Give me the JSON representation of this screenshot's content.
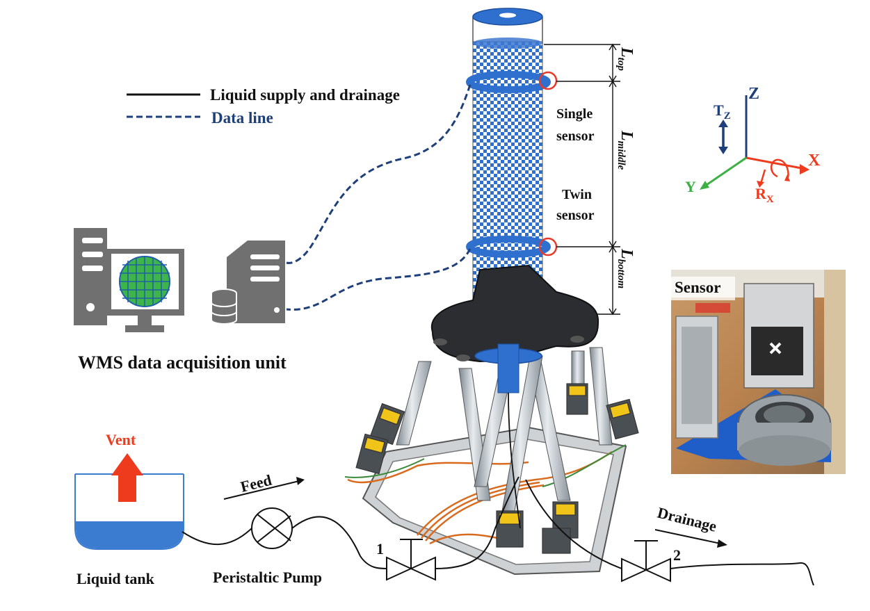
{
  "legend": {
    "solid_label": "Liquid supply and drainage",
    "dashed_label": "Data line"
  },
  "labels": {
    "single_sensor_line1": "Single",
    "single_sensor_line2": "sensor",
    "twin_sensor_line1": "Twin",
    "twin_sensor_line2": "sensor",
    "wms_unit": "WMS data acquisition unit",
    "sensor_photo": "Sensor",
    "vent": "Vent",
    "feed": "Feed",
    "drainage": "Drainage",
    "liquid_tank": "Liquid tank",
    "peristaltic_pump": "Peristaltic Pump",
    "valve1": "1",
    "valve2": "2"
  },
  "dimensions": {
    "L_symbol": "L",
    "top_sub": "top",
    "middle_sub": "middle",
    "bottom_sub": "bottom"
  },
  "axes": {
    "z": "Z",
    "x": "X",
    "y": "Y",
    "tz_main": "T",
    "tz_sub": "Z",
    "rx_main": "R",
    "rx_sub": "X"
  },
  "colors": {
    "pipe_blue": "#2f6fce",
    "data_line": "#1f3f7a",
    "vent_red": "#ee3a1d",
    "axis_green": "#3cb043",
    "axis_blue": "#1f3f7a",
    "screen_green": "#3db54a",
    "monitor_gray": "#707070"
  }
}
